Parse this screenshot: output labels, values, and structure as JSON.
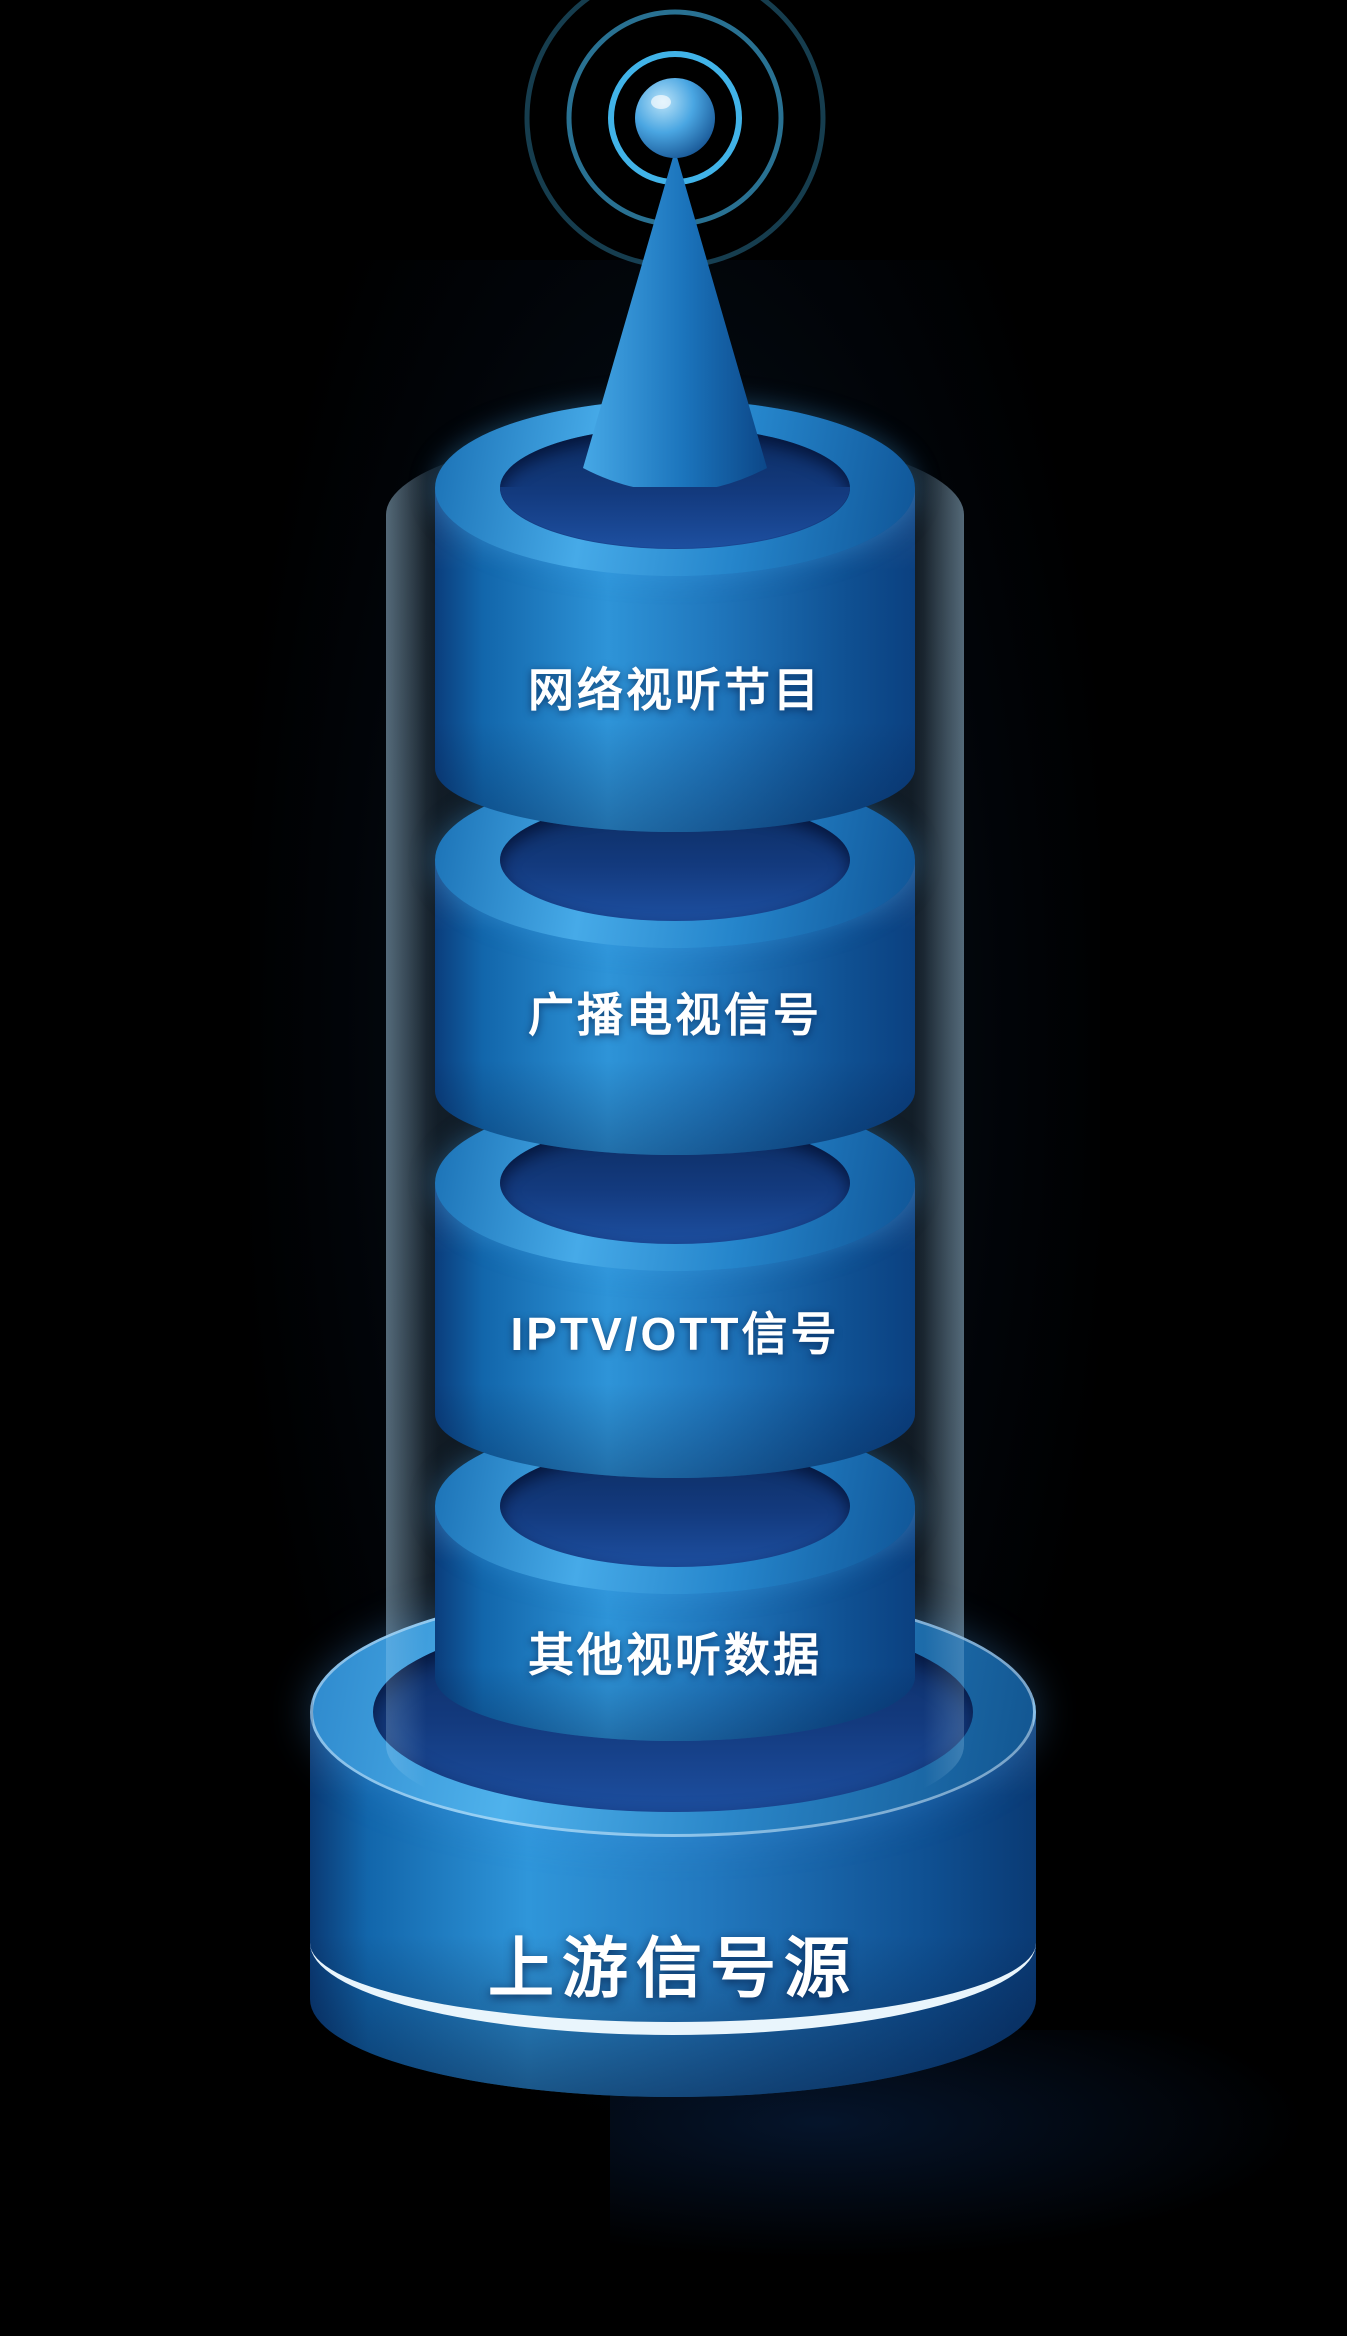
{
  "background": {
    "color": "#000000"
  },
  "antenna": {
    "type": "broadcast-antenna",
    "signal_rings": 3
  },
  "tower": {
    "sections": [
      {
        "label": "网络视听节目"
      },
      {
        "label": "广播电视信号"
      },
      {
        "label": "IPTV/OTT信号"
      },
      {
        "label": "其他视听数据"
      }
    ]
  },
  "base": {
    "label": "上游信号源"
  },
  "colors": {
    "cylinder_bright": "#2e94d8",
    "cylinder_dark": "#0a3d7c",
    "inner_top": "#133a7e",
    "signal_ring": "#45bdf4",
    "stripe": "#e9f5fc",
    "text": "#ffffff"
  }
}
